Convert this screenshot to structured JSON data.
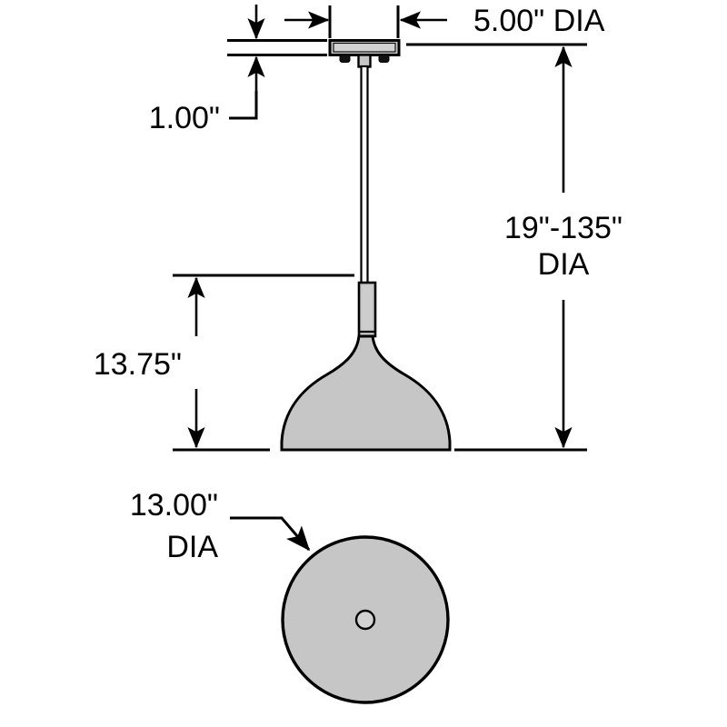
{
  "drawing": {
    "title": "Pendant light dimensional drawing",
    "background_color": "#ffffff",
    "line_color": "#000000",
    "fill_color": "#c6c6c6",
    "inner_fill_color": "#d2d2d2"
  },
  "dimensions": {
    "canopy_diameter": {
      "label": "5.00\" DIA",
      "value": "5.00",
      "unit": "\"",
      "note": "DIA"
    },
    "canopy_height": {
      "label": "1.00\"",
      "value": "1.00",
      "unit": "\""
    },
    "overall_drop": {
      "label_line1": "19\"-135\"",
      "label_line2": "DIA",
      "min": "19\"",
      "max": "135\""
    },
    "shade_height": {
      "label": "13.75\"",
      "value": "13.75",
      "unit": "\""
    },
    "shade_diameter": {
      "label_line1": "13.00\"",
      "label_line2": "DIA",
      "value": "13.00",
      "unit": "\"",
      "note": "DIA"
    }
  },
  "views": {
    "elevation": {
      "name": "Front elevation",
      "parts": [
        "canopy",
        "mounting-bumps",
        "stem-rod",
        "neck-collar",
        "bell-shade"
      ]
    },
    "plan": {
      "name": "Bottom plan view",
      "parts": [
        "shade-outer-circle",
        "shade-center-hole"
      ]
    }
  }
}
